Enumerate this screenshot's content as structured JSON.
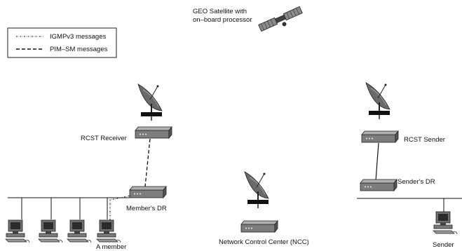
{
  "legend": {
    "igmp_label": "IGMPv3 messages",
    "pim_label": "PIM–SM messages"
  },
  "satellite": {
    "line1": "GEO Satellite with",
    "line2": "on–board processor"
  },
  "labels": {
    "rcst_receiver": "RCST Receiver",
    "rcst_sender": "RCST Sender",
    "members_dr": "Member's DR",
    "senders_dr": "Sender's DR",
    "ncc": "Network Control Center (NCC)",
    "a_member": "A member",
    "sender": "Sender"
  },
  "icons": [
    "satellite-icon",
    "dish-antenna-icon",
    "router-icon",
    "computer-icon"
  ],
  "colors": {
    "ink": "#111111",
    "equipment": "#777777",
    "dish": "#666666"
  }
}
